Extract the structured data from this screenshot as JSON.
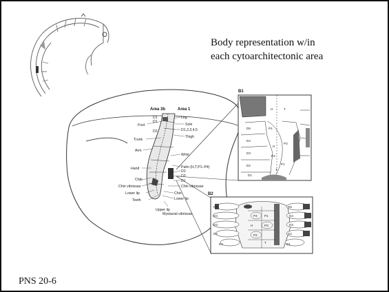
{
  "slide": {
    "title_lines": [
      "Body representation w/in",
      "each cytoarchitectonic area"
    ],
    "footer": "PNS 20-6"
  },
  "brain_map": {
    "area_labels": [
      "Area 3b",
      "Area 1"
    ],
    "left_labels": [
      "Foot",
      "D1",
      "D2",
      "D1",
      "Trunk",
      "Arm",
      "Hand",
      "Chin",
      "Chin vibrissae",
      "Lower lip",
      "Teeth",
      "Upper lip"
    ],
    "right_labels": [
      "Leg",
      "Sole",
      "D1,2,3,4,5",
      "Thigh",
      "Wrist",
      "Palm (H,T,P1–P4)",
      "D2",
      "D3",
      "D1",
      "Chin vibrissae",
      "Chin",
      "Lower lip",
      "Mystacial vibrissae"
    ]
  },
  "panel_b1": {
    "label": "B1",
    "top_labels": [
      "H",
      "T"
    ],
    "digit_labels": [
      "D5",
      "D4",
      "D3",
      "D2",
      "D1"
    ],
    "pad_labels": [
      "P4",
      "P3",
      "P2",
      "P1",
      "T",
      "H"
    ]
  },
  "panel_b2": {
    "label": "B2",
    "left_digits": [
      "D5",
      "D4",
      "D3",
      "D2",
      "D1"
    ],
    "right_digits": [
      "D5",
      "D4",
      "D3",
      "D2",
      "D1"
    ],
    "pad_labels": [
      "P4",
      "P3",
      "P2",
      "P1",
      "H",
      "T"
    ]
  }
}
